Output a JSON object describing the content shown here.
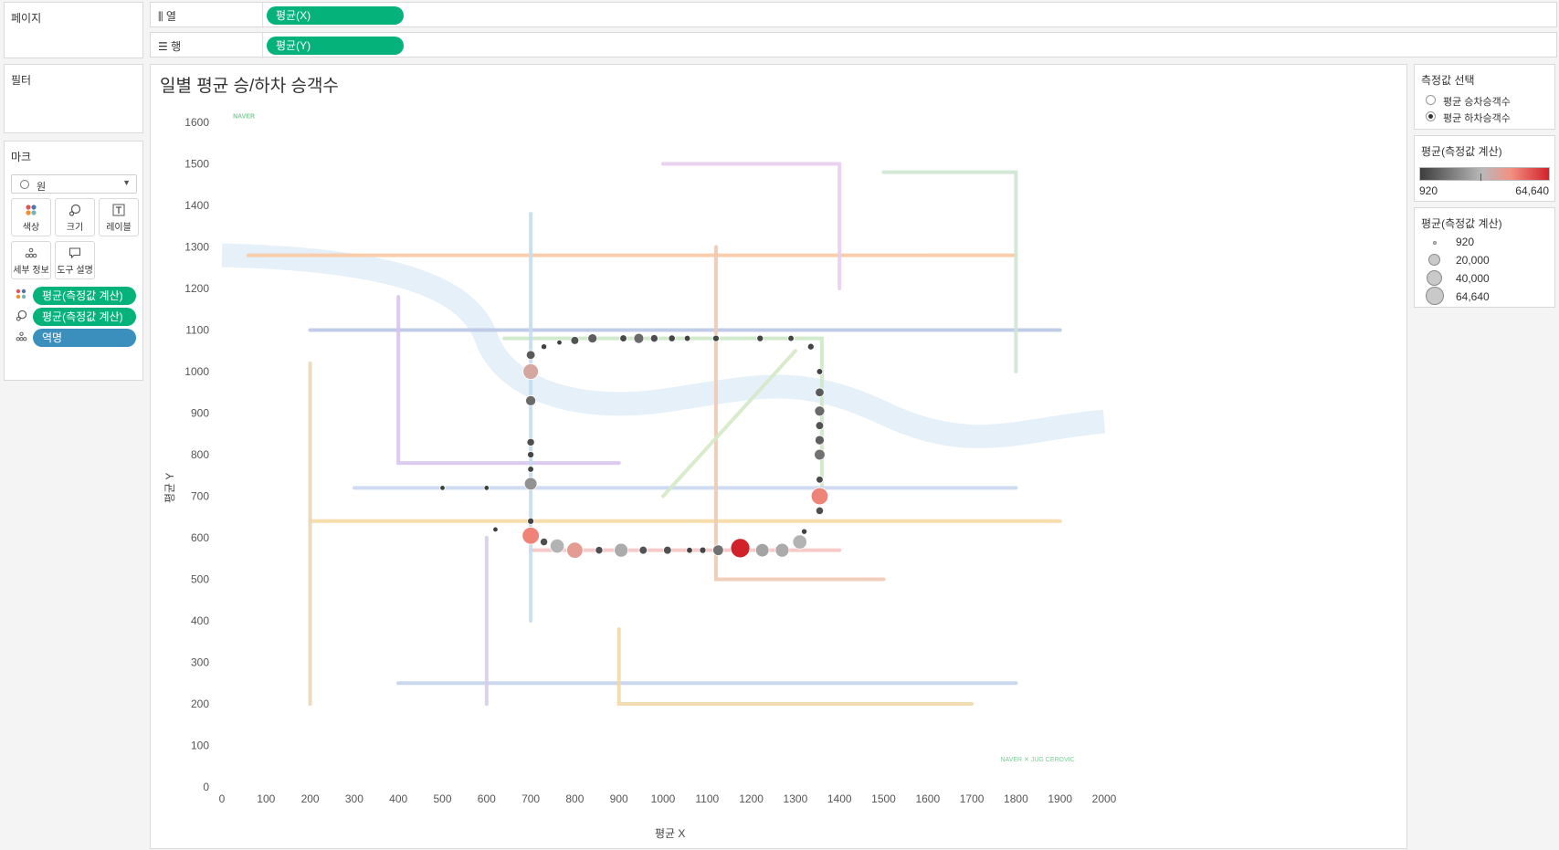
{
  "sidebar": {
    "pages_title": "페이지",
    "filters_title": "필터",
    "marks_title": "마크",
    "mark_type": "원",
    "buttons": {
      "color": "색상",
      "size": "크기",
      "label": "레이블",
      "detail": "세부 정보",
      "tooltip": "도구 설명"
    },
    "mark_pills": [
      {
        "label": "평균(측정값 계산)",
        "role": "color",
        "icon": "color-dots-icon"
      },
      {
        "label": "평균(측정값 계산)",
        "role": "size",
        "icon": "size-icon"
      },
      {
        "label": "역명",
        "role": "detail",
        "icon": "detail-dots-icon"
      }
    ]
  },
  "shelves": {
    "columns_label": "열",
    "columns_pill": "평균(X)",
    "rows_label": "행",
    "rows_pill": "평균(Y)"
  },
  "view": {
    "title": "일별 평균 승/하차 승객수",
    "map_watermark": "NAVER",
    "map_credit": "NAVER ✕ JUG CEROVIC"
  },
  "legends": {
    "measure_select": {
      "title": "측정값 선택",
      "options": [
        "평균 승차승객수",
        "평균 하차승객수"
      ],
      "selected_index": 1
    },
    "color": {
      "title": "평균(측정값 계산)",
      "min_label": "920",
      "max_label": "64,640",
      "colors": [
        "#3d3d3d",
        "#b9b9b9",
        "#f39183",
        "#d1222a"
      ]
    },
    "size": {
      "title": "평균(측정값 계산)",
      "items": [
        "920",
        "20,000",
        "40,000",
        "64,640"
      ]
    }
  },
  "colors": {
    "pill_green": "#05b37a",
    "pill_blue": "#3b8fbd"
  },
  "chart_data": {
    "type": "scatter",
    "xlabel": "평균 X",
    "ylabel": "평균 Y",
    "xlim": [
      0,
      2000
    ],
    "ylim": [
      0,
      1600
    ],
    "x_ticks": [
      0,
      100,
      200,
      300,
      400,
      500,
      600,
      700,
      800,
      900,
      1000,
      1100,
      1200,
      1300,
      1400,
      1500,
      1600,
      1700,
      1800,
      1900,
      2000
    ],
    "y_ticks": [
      0,
      100,
      200,
      300,
      400,
      500,
      600,
      700,
      800,
      900,
      1000,
      1100,
      1200,
      1300,
      1400,
      1500,
      1600
    ],
    "points": [
      {
        "x": 700,
        "y": 1000,
        "v": 38000
      },
      {
        "x": 700,
        "y": 930,
        "v": 12000
      },
      {
        "x": 700,
        "y": 830,
        "v": 5000
      },
      {
        "x": 700,
        "y": 800,
        "v": 3000
      },
      {
        "x": 700,
        "y": 765,
        "v": 2500
      },
      {
        "x": 700,
        "y": 730,
        "v": 22000
      },
      {
        "x": 700,
        "y": 640,
        "v": 3000
      },
      {
        "x": 700,
        "y": 1040,
        "v": 8000
      },
      {
        "x": 730,
        "y": 1060,
        "v": 2000
      },
      {
        "x": 765,
        "y": 1070,
        "v": 1500
      },
      {
        "x": 800,
        "y": 1075,
        "v": 6000
      },
      {
        "x": 840,
        "y": 1080,
        "v": 9000
      },
      {
        "x": 910,
        "y": 1080,
        "v": 4000
      },
      {
        "x": 945,
        "y": 1080,
        "v": 12000
      },
      {
        "x": 980,
        "y": 1080,
        "v": 5000
      },
      {
        "x": 1020,
        "y": 1080,
        "v": 3500
      },
      {
        "x": 1055,
        "y": 1080,
        "v": 2500
      },
      {
        "x": 1120,
        "y": 1080,
        "v": 3000
      },
      {
        "x": 1220,
        "y": 1080,
        "v": 3000
      },
      {
        "x": 1290,
        "y": 1080,
        "v": 2500
      },
      {
        "x": 1335,
        "y": 1060,
        "v": 3000
      },
      {
        "x": 1355,
        "y": 1000,
        "v": 2500
      },
      {
        "x": 1355,
        "y": 950,
        "v": 8000
      },
      {
        "x": 1355,
        "y": 905,
        "v": 12000
      },
      {
        "x": 1355,
        "y": 870,
        "v": 6000
      },
      {
        "x": 1355,
        "y": 835,
        "v": 9000
      },
      {
        "x": 1355,
        "y": 800,
        "v": 14000
      },
      {
        "x": 1355,
        "y": 740,
        "v": 4000
      },
      {
        "x": 1355,
        "y": 700,
        "v": 48000
      },
      {
        "x": 1355,
        "y": 665,
        "v": 5000
      },
      {
        "x": 1320,
        "y": 615,
        "v": 2000
      },
      {
        "x": 1310,
        "y": 590,
        "v": 30000
      },
      {
        "x": 1270,
        "y": 570,
        "v": 28000
      },
      {
        "x": 1225,
        "y": 570,
        "v": 26000
      },
      {
        "x": 1175,
        "y": 575,
        "v": 64640
      },
      {
        "x": 1125,
        "y": 570,
        "v": 14000
      },
      {
        "x": 1090,
        "y": 570,
        "v": 3000
      },
      {
        "x": 1060,
        "y": 570,
        "v": 2500
      },
      {
        "x": 1010,
        "y": 570,
        "v": 6000
      },
      {
        "x": 955,
        "y": 570,
        "v": 6000
      },
      {
        "x": 905,
        "y": 570,
        "v": 28000
      },
      {
        "x": 855,
        "y": 570,
        "v": 5000
      },
      {
        "x": 800,
        "y": 570,
        "v": 42000
      },
      {
        "x": 760,
        "y": 580,
        "v": 30000
      },
      {
        "x": 730,
        "y": 590,
        "v": 5000
      },
      {
        "x": 700,
        "y": 605,
        "v": 48000
      },
      {
        "x": 500,
        "y": 720,
        "v": 1500
      },
      {
        "x": 600,
        "y": 720,
        "v": 1500
      },
      {
        "x": 620,
        "y": 620,
        "v": 1500
      }
    ]
  }
}
